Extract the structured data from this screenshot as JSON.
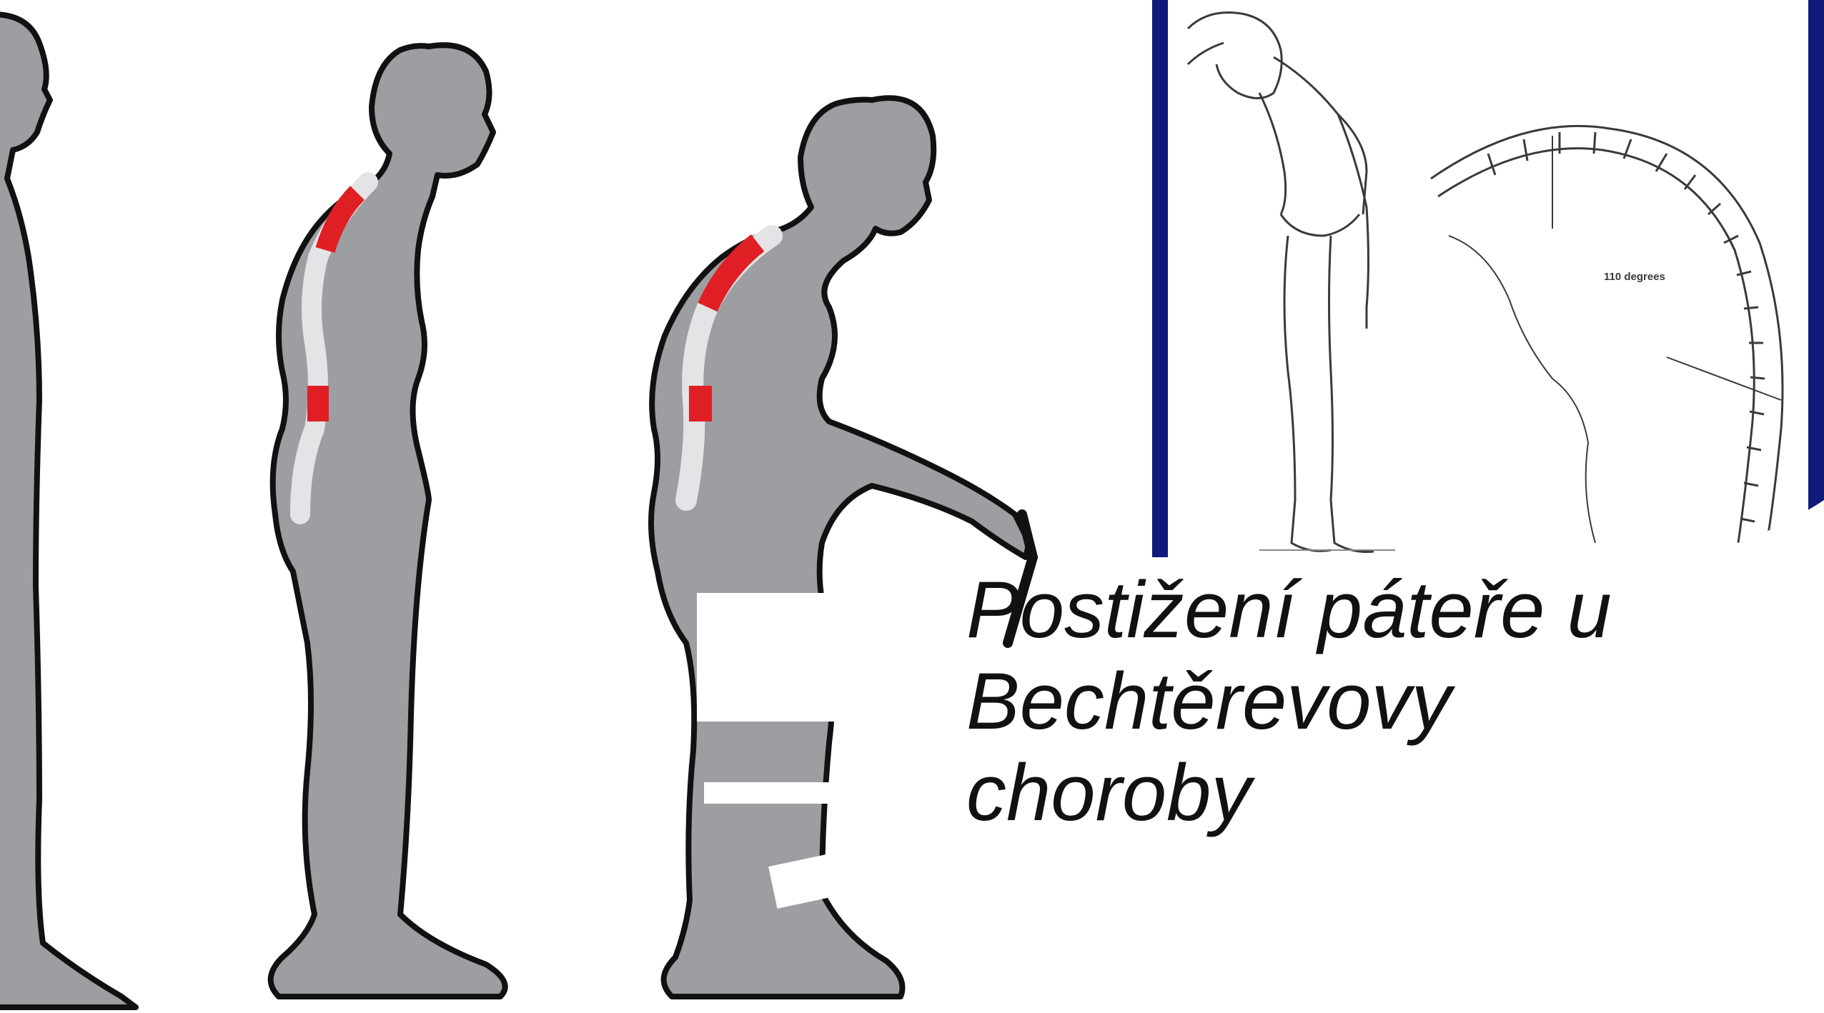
{
  "caption": {
    "line1": "Postižení páteře u",
    "line2": "Bechtěrevovy",
    "line3": "choroby"
  },
  "sketch": {
    "angle_label": "110 degrees"
  },
  "colors": {
    "body_fill": "#9d9ea1",
    "outline": "#111111",
    "spine_light": "#e4e4e6",
    "spine_red": "#e01f25",
    "frame_navy": "#101a7a",
    "sketch_line": "#3a3a3a"
  },
  "icons": [
    "human-silhouette-upright",
    "human-silhouette-stooped",
    "human-silhouette-bent-with-cane",
    "bent-posture-sketch",
    "spine-curve-diagram"
  ]
}
